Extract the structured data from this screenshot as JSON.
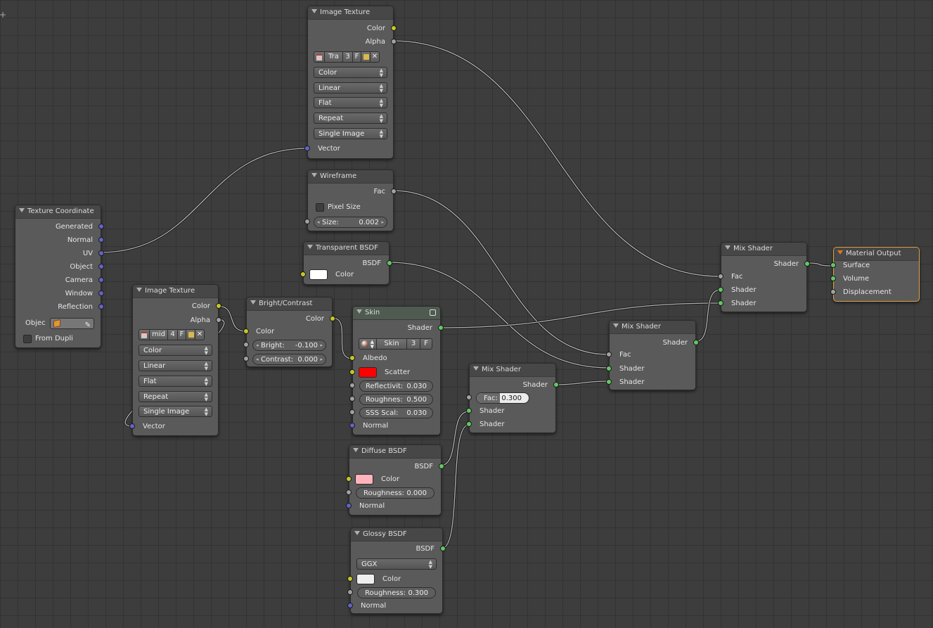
{
  "nodes": {
    "image_texture_top": {
      "title": "Image Texture",
      "out_color": "Color",
      "out_alpha": "Alpha",
      "image_name": "Tra",
      "users": "3",
      "fake": "F",
      "color_space": "Color",
      "interpolation": "Linear",
      "projection": "Flat",
      "extension": "Repeat",
      "source": "Single Image",
      "in_vector": "Vector"
    },
    "wireframe": {
      "title": "Wireframe",
      "out_fac": "Fac",
      "pixel_size": "Pixel Size",
      "size_label": "Size:",
      "size_value": "0.002"
    },
    "transparent_bsdf": {
      "title": "Transparent BSDF",
      "out_bsdf": "BSDF",
      "in_color": "Color",
      "color": "#ffffff"
    },
    "texture_coordinate": {
      "title": "Texture Coordinate",
      "outputs": [
        "Generated",
        "Normal",
        "UV",
        "Object",
        "Camera",
        "Window",
        "Reflection"
      ],
      "object_label": "Objec",
      "from_dupli": "From Dupli"
    },
    "image_texture_mid": {
      "title": "Image Texture",
      "out_color": "Color",
      "out_alpha": "Alpha",
      "image_name": "mid",
      "users": "4",
      "fake": "F",
      "color_space": "Color",
      "interpolation": "Linear",
      "projection": "Flat",
      "extension": "Repeat",
      "source": "Single Image",
      "in_vector": "Vector"
    },
    "bright_contrast": {
      "title": "Bright/Contrast",
      "out_color": "Color",
      "in_color": "Color",
      "bright_label": "Bright:",
      "bright_value": "-0.100",
      "contrast_label": "Contrast:",
      "contrast_value": "0.000"
    },
    "skin": {
      "title": "Skin",
      "out_shader": "Shader",
      "group_name": "Skin",
      "users": "3",
      "fake": "F",
      "albedo": "Albedo",
      "scatter": "Scatter",
      "scatter_color": "#ff0000",
      "reflectivity_label": "Reflectivit:",
      "reflectivity_value": "0.030",
      "roughness_label": "Roughnes:",
      "roughness_value": "0.500",
      "sss_label": "SSS Scal:",
      "sss_value": "0.030",
      "normal": "Normal"
    },
    "mix_shader_small": {
      "title": "Mix Shader",
      "out_shader": "Shader",
      "fac_label": "Fac:",
      "fac_value": "0.300",
      "fac_fraction": 0.3,
      "in_shader1": "Shader",
      "in_shader2": "Shader"
    },
    "mix_shader_mid": {
      "title": "Mix Shader",
      "out_shader": "Shader",
      "in_fac": "Fac",
      "in_shader1": "Shader",
      "in_shader2": "Shader"
    },
    "mix_shader_right": {
      "title": "Mix Shader",
      "out_shader": "Shader",
      "in_fac": "Fac",
      "in_shader1": "Shader",
      "in_shader2": "Shader"
    },
    "material_output": {
      "title": "Material Output",
      "surface": "Surface",
      "volume": "Volume",
      "displacement": "Displacement"
    },
    "diffuse_bsdf": {
      "title": "Diffuse BSDF",
      "out_bsdf": "BSDF",
      "in_color": "Color",
      "color": "#ffb3bc",
      "roughness_label": "Roughness:",
      "roughness_value": "0.000",
      "normal": "Normal"
    },
    "glossy_bsdf": {
      "title": "Glossy BSDF",
      "out_bsdf": "BSDF",
      "distribution": "GGX",
      "in_color": "Color",
      "color": "#eeeeee",
      "roughness_label": "Roughness:",
      "roughness_value": "0.300",
      "normal": "Normal"
    }
  },
  "colors": {
    "socket_color": "#c7c729",
    "socket_float": "#a1a1a1",
    "socket_vector": "#6363c7",
    "socket_shader": "#63c763",
    "active_border": "#e0a246"
  }
}
